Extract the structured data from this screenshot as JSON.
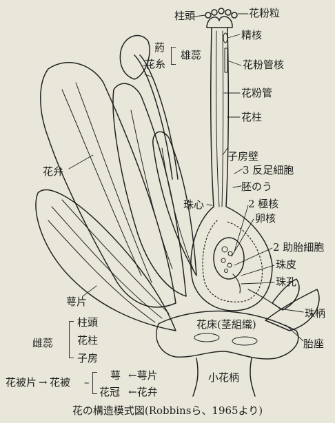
{
  "labels": {
    "stigma_top": "柱頭",
    "pollen_grain": "花粉粒",
    "sperm_nucleus": "精核",
    "pollen_tube_nucleus": "花粉管核",
    "anther": "葯",
    "filament": "花糸",
    "stamen": "雄蕊",
    "pollen_tube": "花粉管",
    "style": "花柱",
    "petal": "花弁",
    "ovary_wall": "子房壁",
    "antipodal_cells": "3 反足細胞",
    "embryo_sac": "胚のう",
    "nucellus": "珠心",
    "polar_nuclei": "2 極核",
    "egg_nucleus": "卵核",
    "synergids": "2 助胎細胞",
    "integument": "珠皮",
    "micropyle": "珠孔",
    "sepal": "萼片",
    "funiculus": "珠柄",
    "receptacle": "花床(茎組織)",
    "placenta": "胎座",
    "pistil": "雌蕊",
    "pistil_stigma": "柱頭",
    "pistil_style": "花柱",
    "pistil_ovary": "子房",
    "pedicel": "小花柄",
    "perianth_parts": "花被片",
    "arrow_1": "→",
    "perianth": "花被",
    "dash": "–",
    "calyx": "萼",
    "calyx_arrow": "←萼片",
    "corolla": "花冠",
    "corolla_arrow": "←花弁"
  },
  "caption": "花の構造模式図(Robbinsら、1965より)",
  "colors": {
    "background": "#e9e7d9",
    "ink": "#1e1e1e"
  }
}
